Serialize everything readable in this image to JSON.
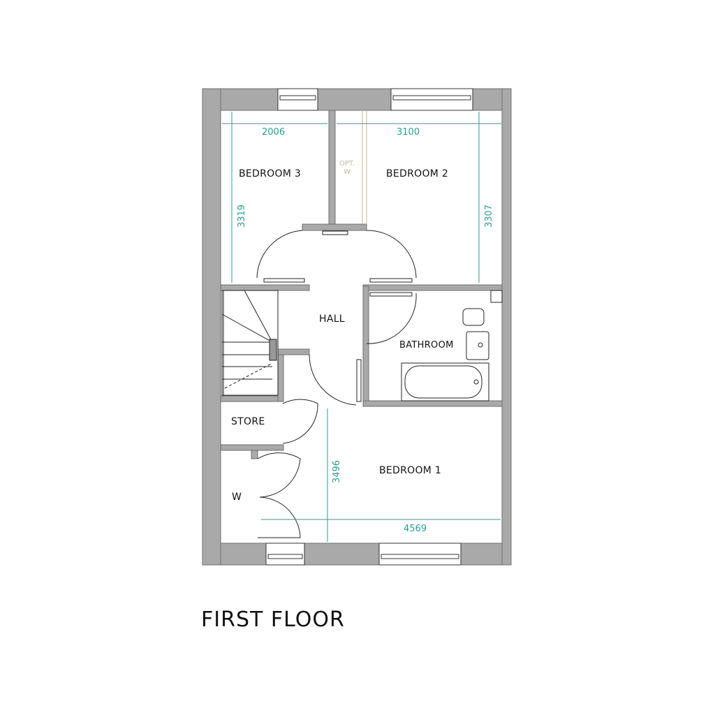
{
  "title": "FIRST FLOOR",
  "colors": {
    "wall": "#a9a9a9",
    "dimension": "#2a9d95",
    "optional": "#c8b89a",
    "text": "#111111"
  },
  "rooms": [
    {
      "id": "bedroom3",
      "label": "BEDROOM 3",
      "width_dim": "2006",
      "depth_dim": "3319"
    },
    {
      "id": "bedroom2",
      "label": "BEDROOM 2",
      "width_dim": "3100",
      "depth_dim": "3307"
    },
    {
      "id": "hall",
      "label": "HALL"
    },
    {
      "id": "bathroom",
      "label": "BATHROOM"
    },
    {
      "id": "store",
      "label": "STORE"
    },
    {
      "id": "wardrobe",
      "label": "W"
    },
    {
      "id": "bedroom1",
      "label": "BEDROOM 1",
      "width_dim": "4569",
      "depth_dim": "3496"
    }
  ],
  "optional_wardrobe": {
    "line1": "OPT.",
    "line2": "W"
  }
}
